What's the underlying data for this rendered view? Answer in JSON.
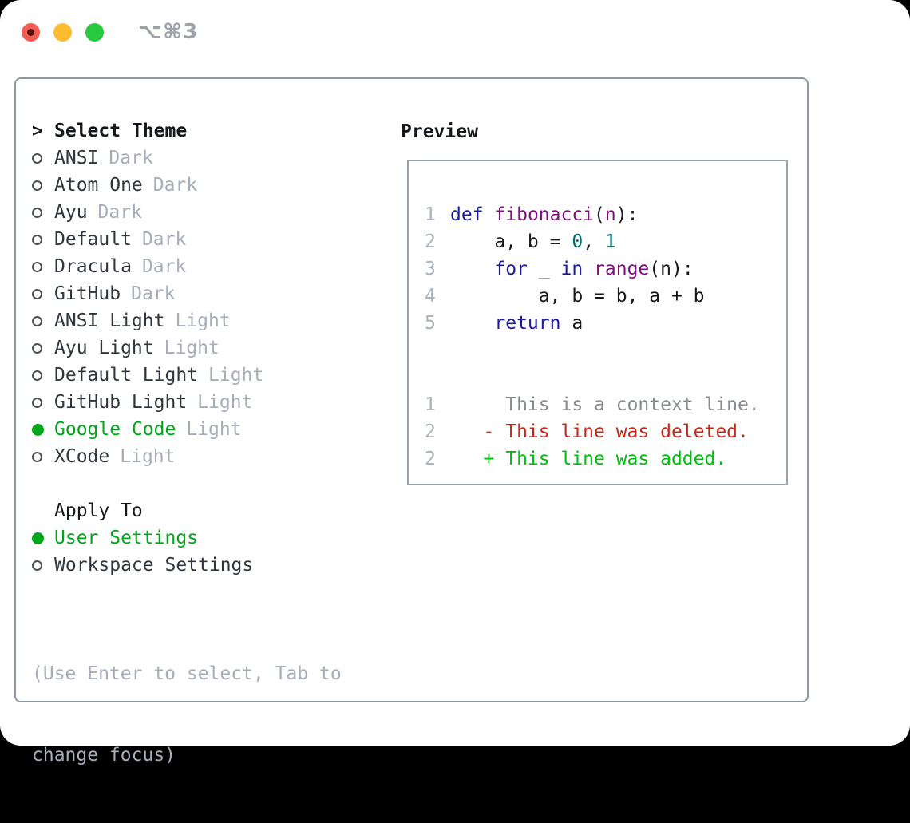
{
  "window": {
    "shortcut_label": "⌥⌘3",
    "traffic_lights": [
      "close-icon",
      "minimize-icon",
      "zoom-icon"
    ]
  },
  "colors": {
    "selected_green": "#00a619",
    "muted_gray": "#a6aeba",
    "panel_border": "#8e98a4",
    "keyword_blue": "#1c1ca0",
    "function_purple": "#7e107e",
    "literal_teal": "#066a6a",
    "diff_deleted_red": "#c5271a",
    "diff_added_green": "#00bd11",
    "diff_context_gray": "#868b91"
  },
  "theme_selector": {
    "cursor": ">",
    "title": "Select Theme",
    "themes": [
      {
        "name": "ANSI",
        "variant": "Dark",
        "selected": false
      },
      {
        "name": "Atom One",
        "variant": "Dark",
        "selected": false
      },
      {
        "name": "Ayu",
        "variant": "Dark",
        "selected": false
      },
      {
        "name": "Default",
        "variant": "Dark",
        "selected": false
      },
      {
        "name": "Dracula",
        "variant": "Dark",
        "selected": false
      },
      {
        "name": "GitHub",
        "variant": "Dark",
        "selected": false
      },
      {
        "name": "ANSI Light",
        "variant": "Light",
        "selected": false
      },
      {
        "name": "Ayu Light",
        "variant": "Light",
        "selected": false
      },
      {
        "name": "Default Light",
        "variant": "Light",
        "selected": false
      },
      {
        "name": "GitHub Light",
        "variant": "Light",
        "selected": false
      },
      {
        "name": "Google Code",
        "variant": "Light",
        "selected": true
      },
      {
        "name": "XCode",
        "variant": "Light",
        "selected": false
      }
    ],
    "apply_to": {
      "title": "Apply To",
      "options": [
        {
          "label": "User Settings",
          "selected": true
        },
        {
          "label": "Workspace Settings",
          "selected": false
        }
      ]
    },
    "hint_line1": "(Use Enter to select, Tab to",
    "hint_line2": "change focus)"
  },
  "preview": {
    "title": "Preview",
    "code_lines": [
      {
        "num": "1",
        "segments": [
          {
            "text": "def",
            "style": "kw"
          },
          {
            "text": " ",
            "style": "pl"
          },
          {
            "text": "fibonacci",
            "style": "fn"
          },
          {
            "text": "(",
            "style": "pl"
          },
          {
            "text": "n",
            "style": "fn"
          },
          {
            "text": "):",
            "style": "pl"
          }
        ]
      },
      {
        "num": "2",
        "segments": [
          {
            "text": "    a, b = ",
            "style": "pl"
          },
          {
            "text": "0",
            "style": "num"
          },
          {
            "text": ", ",
            "style": "pl"
          },
          {
            "text": "1",
            "style": "num"
          }
        ]
      },
      {
        "num": "3",
        "segments": [
          {
            "text": "    ",
            "style": "pl"
          },
          {
            "text": "for",
            "style": "kw"
          },
          {
            "text": " _ ",
            "style": "pl"
          },
          {
            "text": "in",
            "style": "kw"
          },
          {
            "text": " ",
            "style": "pl"
          },
          {
            "text": "range",
            "style": "fn"
          },
          {
            "text": "(n):",
            "style": "pl"
          }
        ]
      },
      {
        "num": "4",
        "segments": [
          {
            "text": "        a, b = b, a + b",
            "style": "pl"
          }
        ]
      },
      {
        "num": "5",
        "segments": [
          {
            "text": "    ",
            "style": "pl"
          },
          {
            "text": "return",
            "style": "kw"
          },
          {
            "text": " a",
            "style": "pl"
          }
        ]
      }
    ],
    "diff_lines": [
      {
        "num": "1",
        "text": "     This is a context line.",
        "style": "ctx"
      },
      {
        "num": "2",
        "text": "   - This line was deleted.",
        "style": "del"
      },
      {
        "num": "2",
        "text": "   + This line was added.",
        "style": "add"
      }
    ]
  }
}
